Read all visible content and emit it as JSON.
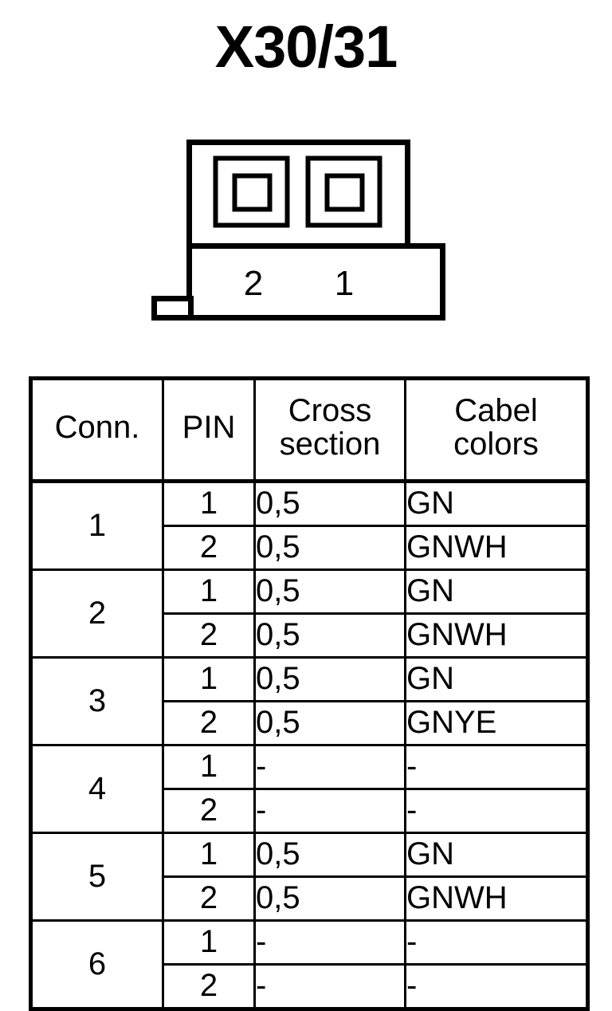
{
  "page": {
    "title": "X30/31"
  },
  "connector": {
    "name": "connector-housing",
    "pin_labels": [
      "2",
      "1"
    ],
    "cavity_count": 2
  },
  "table": {
    "headers": [
      {
        "name": "conn",
        "lines": [
          "Conn."
        ]
      },
      {
        "name": "pin",
        "lines": [
          "PIN"
        ]
      },
      {
        "name": "cross-section",
        "lines": [
          "Cross",
          "section"
        ]
      },
      {
        "name": "cabel-colors",
        "lines": [
          "Cabel",
          "colors"
        ]
      }
    ],
    "groups": [
      {
        "conn": "1",
        "rows": [
          {
            "pin": "1",
            "cross_section": "0,5",
            "cabel_color": "GN"
          },
          {
            "pin": "2",
            "cross_section": "0,5",
            "cabel_color": "GNWH"
          }
        ]
      },
      {
        "conn": "2",
        "rows": [
          {
            "pin": "1",
            "cross_section": "0,5",
            "cabel_color": "GN"
          },
          {
            "pin": "2",
            "cross_section": "0,5",
            "cabel_color": "GNWH"
          }
        ]
      },
      {
        "conn": "3",
        "rows": [
          {
            "pin": "1",
            "cross_section": "0,5",
            "cabel_color": "GN"
          },
          {
            "pin": "2",
            "cross_section": "0,5",
            "cabel_color": "GNYE"
          }
        ]
      },
      {
        "conn": "4",
        "rows": [
          {
            "pin": "1",
            "cross_section": "-",
            "cabel_color": "-"
          },
          {
            "pin": "2",
            "cross_section": "-",
            "cabel_color": "-"
          }
        ]
      },
      {
        "conn": "5",
        "rows": [
          {
            "pin": "1",
            "cross_section": "0,5",
            "cabel_color": "GN"
          },
          {
            "pin": "2",
            "cross_section": "0,5",
            "cabel_color": "GNWH"
          }
        ]
      },
      {
        "conn": "6",
        "rows": [
          {
            "pin": "1",
            "cross_section": "-",
            "cabel_color": "-"
          },
          {
            "pin": "2",
            "cross_section": "-",
            "cabel_color": "-"
          }
        ]
      }
    ]
  },
  "colors": {
    "ink": "#000000",
    "paper": "#ffffff"
  }
}
